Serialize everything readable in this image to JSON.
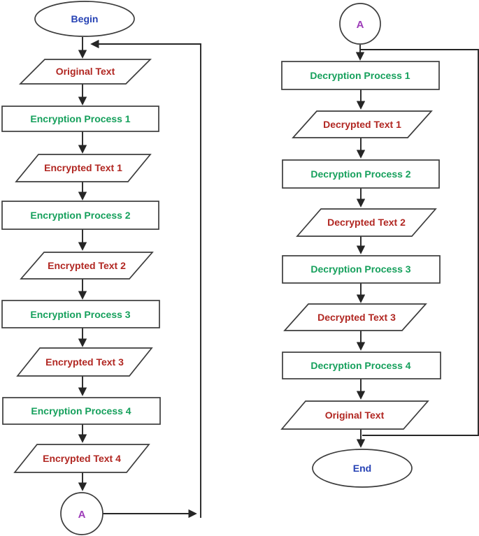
{
  "figure": {
    "description": "Flowchart of a four-round encryption process (left column) and four-round decryption process (right column) joined by connector A"
  },
  "colors": {
    "terminator_text": "#2642b4",
    "process_text": "#16a05c",
    "data_text": "#b12722",
    "connector_text": "#9d3cb8",
    "line": "#262626",
    "shape_stroke": "#3c3c3c",
    "shape_fill": "#ffffff"
  },
  "flowchart": {
    "left_column": {
      "start": {
        "label": "Begin",
        "type": "terminator"
      },
      "input": {
        "label": "Original Text",
        "type": "data"
      },
      "rounds": [
        {
          "process": "Encryption Process 1",
          "output": "Encrypted Text 1"
        },
        {
          "process": "Encryption Process 2",
          "output": "Encrypted Text 2"
        },
        {
          "process": "Encryption Process 3",
          "output": "Encrypted Text 3"
        },
        {
          "process": "Encryption Process 4",
          "output": "Encrypted Text 4"
        }
      ],
      "connector": {
        "label": "A",
        "type": "connector"
      }
    },
    "right_column": {
      "connector": {
        "label": "A",
        "type": "connector"
      },
      "rounds": [
        {
          "process": "Decryption Process 1",
          "output": "Decrypted Text 1"
        },
        {
          "process": "Decryption Process 2",
          "output": "Decrypted Text 2"
        },
        {
          "process": "Decryption Process 3",
          "output": "Decrypted Text 3"
        },
        {
          "process": "Decryption Process 4",
          "output": "Original Text"
        }
      ],
      "end": {
        "label": "End",
        "type": "terminator"
      }
    }
  }
}
